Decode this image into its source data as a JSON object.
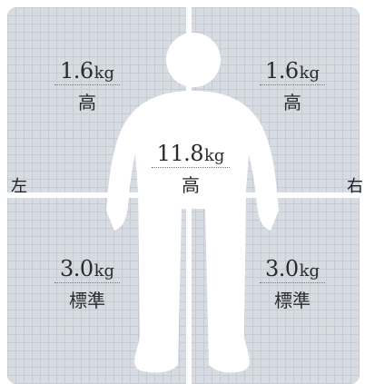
{
  "sides": {
    "left": "左",
    "right": "右"
  },
  "segments": {
    "left_arm": {
      "value": "1.6",
      "unit": "kg",
      "level": "高"
    },
    "right_arm": {
      "value": "1.6",
      "unit": "kg",
      "level": "高"
    },
    "trunk": {
      "value": "11.8",
      "unit": "kg",
      "level": "高"
    },
    "left_leg": {
      "value": "3.0",
      "unit": "kg",
      "level": "標準"
    },
    "right_leg": {
      "value": "3.0",
      "unit": "kg",
      "level": "標準"
    }
  },
  "colors": {
    "panel_bg": "#d7dbe2",
    "grid": "#c6cbd3",
    "figure": "#ffffff",
    "text": "#2a2a2a"
  },
  "icons": {
    "body_figure": "human-body-silhouette-icon"
  }
}
